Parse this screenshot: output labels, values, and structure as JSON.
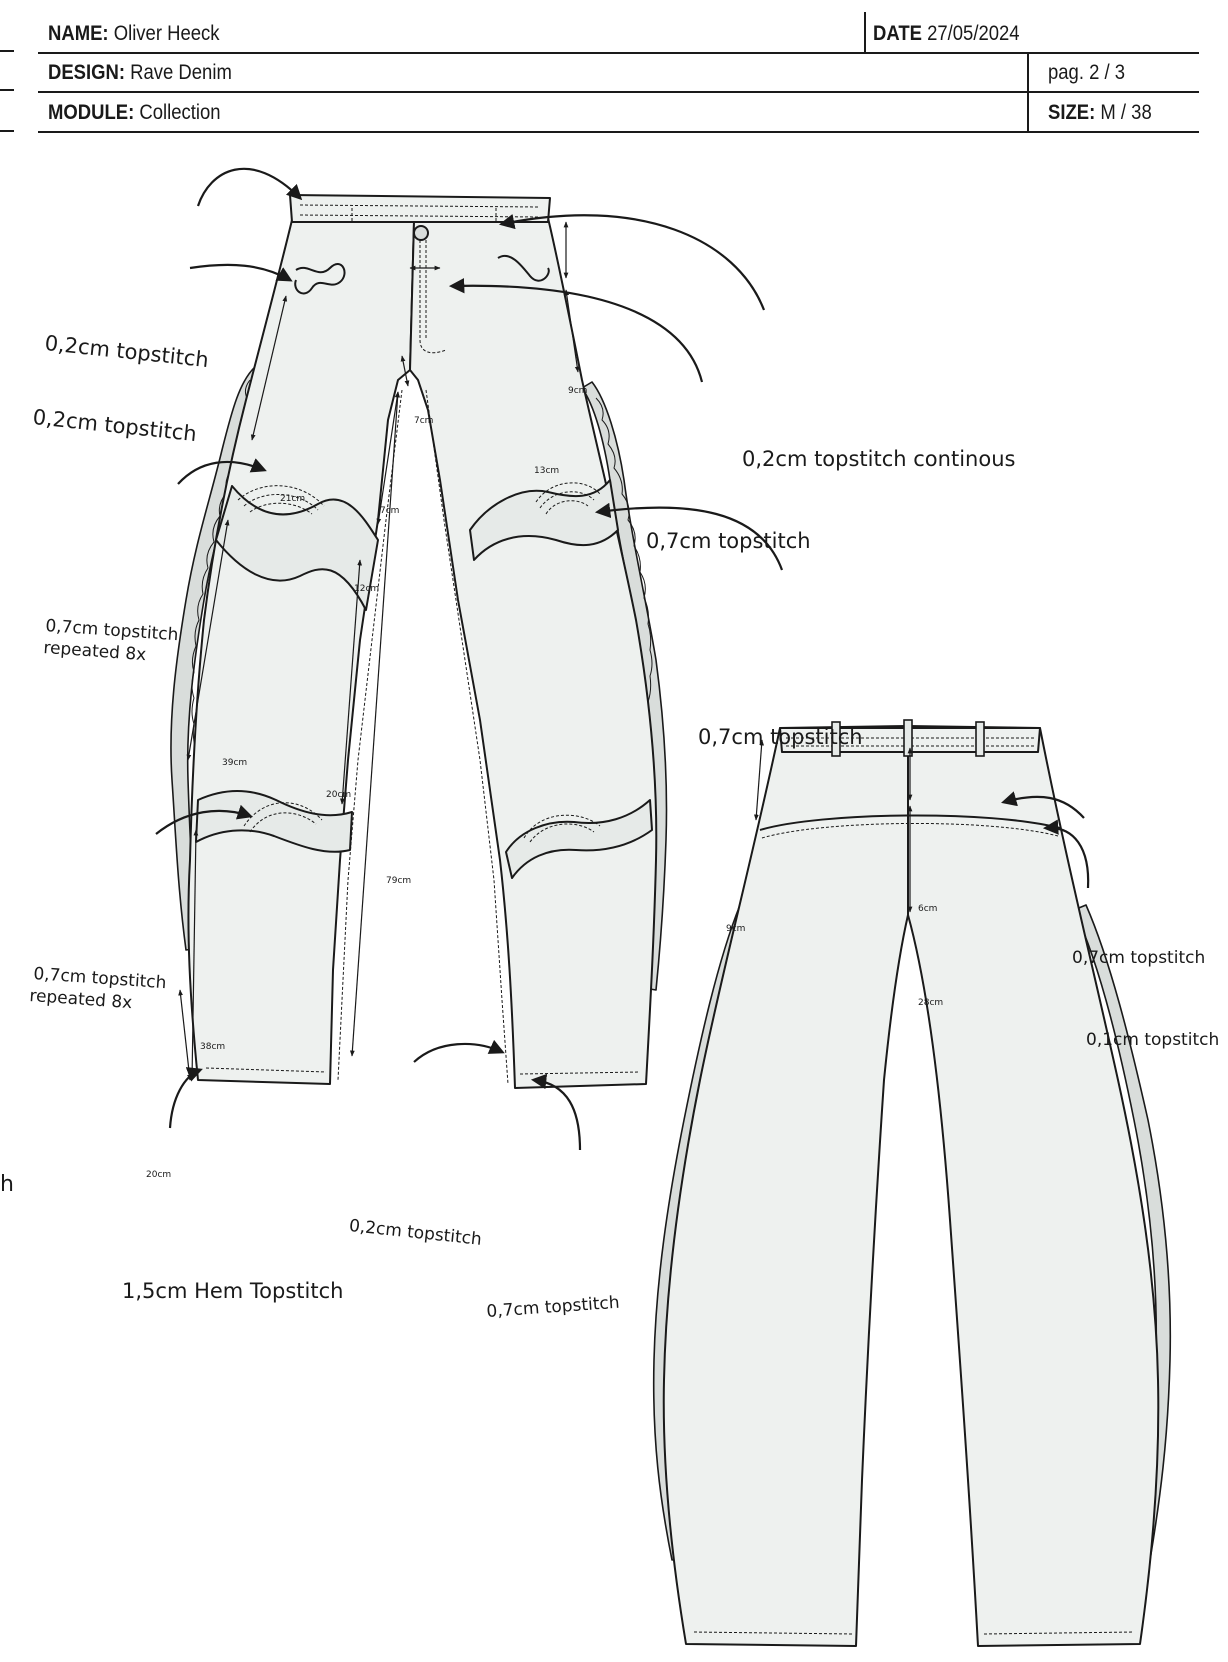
{
  "header": {
    "name_label": "NAME:",
    "name_value": "Oliver Heeck",
    "date_label": "DATE",
    "date_value": "27/05/2024",
    "design_label": "DESIGN:",
    "design_value": "Rave Denim",
    "page": "pag. 2 / 3",
    "module_label": "MODULE:",
    "module_value": "Collection",
    "size_label": "SIZE:",
    "size_value": "M / 38"
  },
  "callouts": {
    "waistband": "0,2cm  topstitch",
    "pocket": "0,2cm  topstitch",
    "continuous": "0,2cm  topstitch continous",
    "fly": "0,7cm  topstitch",
    "knee_left_1": "0,7cm  topstitch",
    "knee_left_2": "repeated 8x",
    "knee_right": "0,7cm  topstitch",
    "lower_left_1": "0,7cm  topstitch",
    "lower_left_2": "repeated 8x",
    "inseam": "0,2cm  topstitch",
    "hem": "1,5cm  Hem Topstitch",
    "outseam": "0,7cm  topstitch",
    "back_yoke": "0,7cm  topstitch",
    "back_seam": "0,1cm  topstitch",
    "cut_edge": "h"
  },
  "dimensions": {
    "front_9": "9cm",
    "front_7_fly": "7cm",
    "front_13": "13cm",
    "front_21": "21cm",
    "front_7_crotch": "7cm",
    "front_12": "12cm",
    "front_39": "39cm",
    "front_20_mid": "20cm",
    "front_79": "79cm",
    "front_38": "38cm",
    "front_20_low": "20cm",
    "back_6": "6cm",
    "back_9": "9cm",
    "back_28": "28cm"
  },
  "colors": {
    "fill": "#eef1ef",
    "ink": "#1a1a1a",
    "shadow": "#c8cdca"
  }
}
